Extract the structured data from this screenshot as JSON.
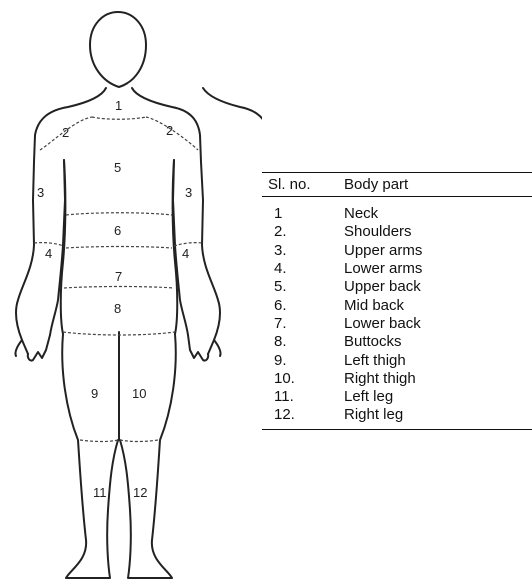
{
  "figure": {
    "region_numbers": [
      "1",
      "2",
      "2",
      "5",
      "3",
      "3",
      "6",
      "4",
      "4",
      "7",
      "8",
      "9",
      "10",
      "11",
      "12"
    ]
  },
  "table": {
    "headers": [
      "Sl. no.",
      "Body part"
    ],
    "rows": [
      {
        "no": "1",
        "part": "Neck"
      },
      {
        "no": "2.",
        "part": "Shoulders"
      },
      {
        "no": "3.",
        "part": "Upper arms"
      },
      {
        "no": "4.",
        "part": "Lower arms"
      },
      {
        "no": "5.",
        "part": "Upper back"
      },
      {
        "no": "6.",
        "part": "Mid back"
      },
      {
        "no": "7.",
        "part": "Lower back"
      },
      {
        "no": "8.",
        "part": "Buttocks"
      },
      {
        "no": "9.",
        "part": "Left thigh"
      },
      {
        "no": "10.",
        "part": "Right thigh"
      },
      {
        "no": "11.",
        "part": "Left leg"
      },
      {
        "no": "12.",
        "part": "Right leg"
      }
    ]
  },
  "colors": {
    "line": "#222222",
    "text": "#111111",
    "background": "#ffffff"
  }
}
